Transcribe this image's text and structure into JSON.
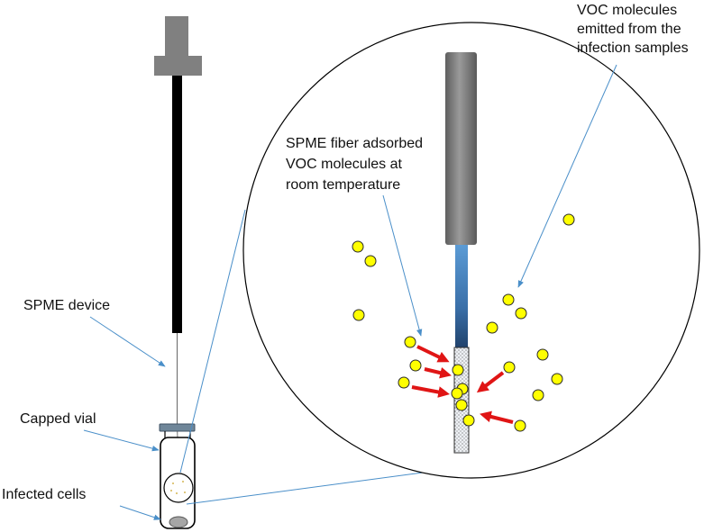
{
  "labels": {
    "spme_device": "SPME device",
    "capped_vial": "Capped vial",
    "infected_cells": "Infected cells",
    "fiber_note": [
      "SPME fiber adsorbed",
      "VOC molecules at",
      "room temperature"
    ],
    "voc_note": [
      "VOC molecules",
      "emitted from the",
      "infection samples"
    ]
  },
  "colors": {
    "annotation_line": "#4a8fc9",
    "voc_molecule": "#ffff00",
    "adsorption_arrow": "#e01515",
    "fiber_blue": "#4f8fd0",
    "holder_gray": "#808080"
  }
}
